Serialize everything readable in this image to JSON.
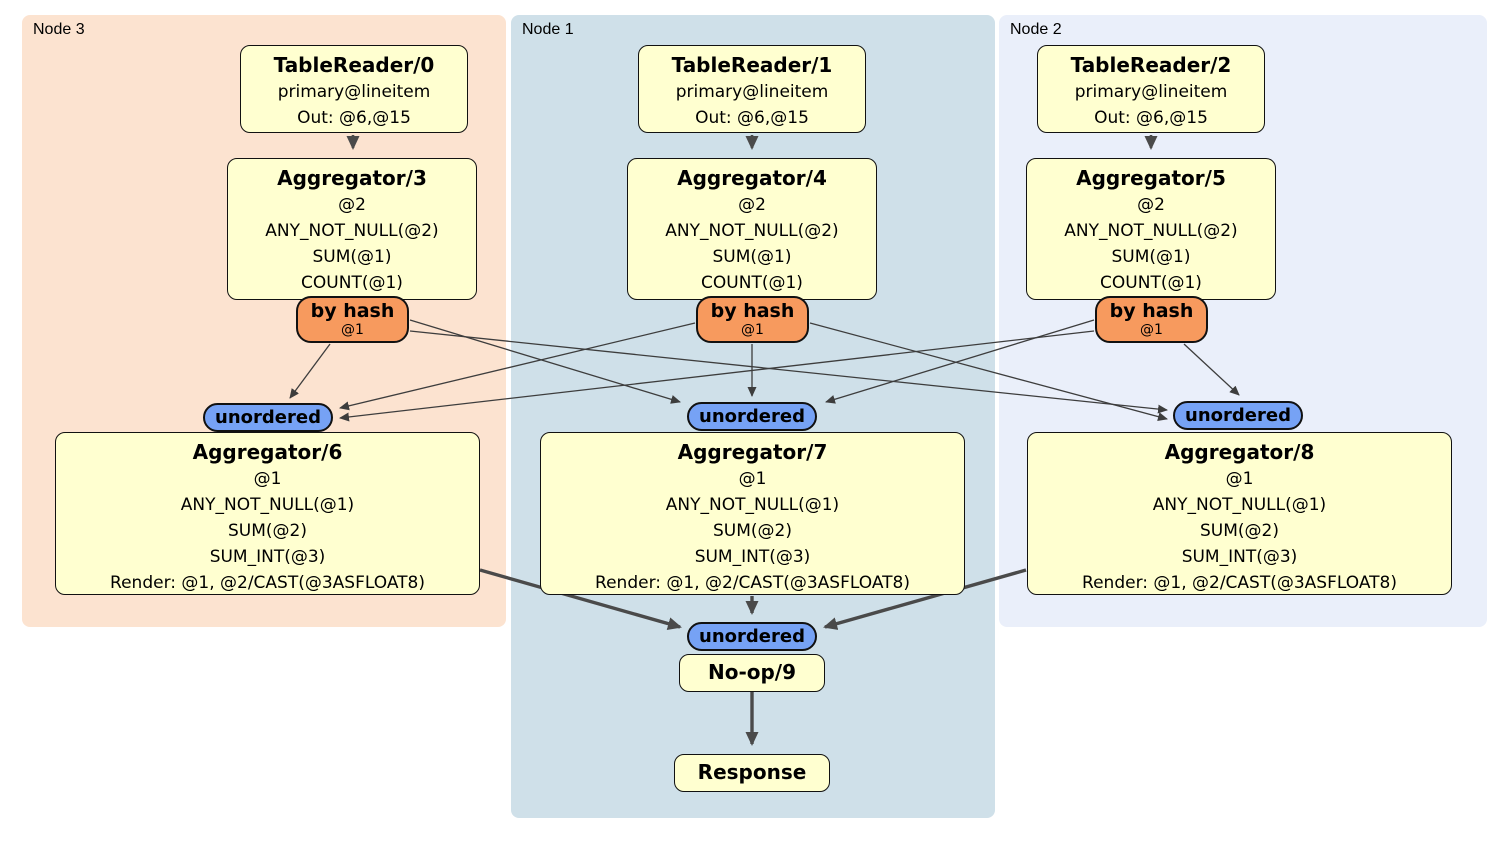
{
  "regions": [
    {
      "label": "Node 3"
    },
    {
      "label": "Node 1"
    },
    {
      "label": "Node 2"
    }
  ],
  "columns": [
    {
      "table_reader": {
        "title": "TableReader/0",
        "rows": [
          "primary@lineitem",
          "Out: @6,@15"
        ]
      },
      "aggregator_top": {
        "title": "Aggregator/3",
        "rows": [
          "@2",
          "ANY_NOT_NULL(@2)",
          "SUM(@1)",
          "COUNT(@1)"
        ]
      },
      "by_hash": {
        "label": "by hash",
        "detail": "@1"
      },
      "unordered": {
        "label": "unordered"
      },
      "aggregator_bottom": {
        "title": "Aggregator/6",
        "rows": [
          "@1",
          "ANY_NOT_NULL(@1)",
          "SUM(@2)",
          "SUM_INT(@3)",
          "Render: @1, @2/CAST(@3ASFLOAT8)"
        ]
      }
    },
    {
      "table_reader": {
        "title": "TableReader/1",
        "rows": [
          "primary@lineitem",
          "Out: @6,@15"
        ]
      },
      "aggregator_top": {
        "title": "Aggregator/4",
        "rows": [
          "@2",
          "ANY_NOT_NULL(@2)",
          "SUM(@1)",
          "COUNT(@1)"
        ]
      },
      "by_hash": {
        "label": "by hash",
        "detail": "@1"
      },
      "unordered": {
        "label": "unordered"
      },
      "aggregator_bottom": {
        "title": "Aggregator/7",
        "rows": [
          "@1",
          "ANY_NOT_NULL(@1)",
          "SUM(@2)",
          "SUM_INT(@3)",
          "Render: @1, @2/CAST(@3ASFLOAT8)"
        ]
      }
    },
    {
      "table_reader": {
        "title": "TableReader/2",
        "rows": [
          "primary@lineitem",
          "Out: @6,@15"
        ]
      },
      "aggregator_top": {
        "title": "Aggregator/5",
        "rows": [
          "@2",
          "ANY_NOT_NULL(@2)",
          "SUM(@1)",
          "COUNT(@1)"
        ]
      },
      "by_hash": {
        "label": "by hash",
        "detail": "@1"
      },
      "unordered": {
        "label": "unordered"
      },
      "aggregator_bottom": {
        "title": "Aggregator/8",
        "rows": [
          "@1",
          "ANY_NOT_NULL(@1)",
          "SUM(@2)",
          "SUM_INT(@3)",
          "Render: @1, @2/CAST(@3ASFLOAT8)"
        ]
      }
    }
  ],
  "sink": {
    "unordered": {
      "label": "unordered"
    },
    "noop": {
      "title": "No-op/9"
    },
    "response": {
      "title": "Response"
    }
  },
  "colors": {
    "node3_bg": "#fce3d0",
    "node1_bg": "#cfe0e9",
    "node2_bg": "#eaeffa",
    "operator_fill": "#ffffd0",
    "hash_router_fill": "#f79a5e",
    "stream_fill": "#76a2f5",
    "edge": "#4a4a4a"
  }
}
